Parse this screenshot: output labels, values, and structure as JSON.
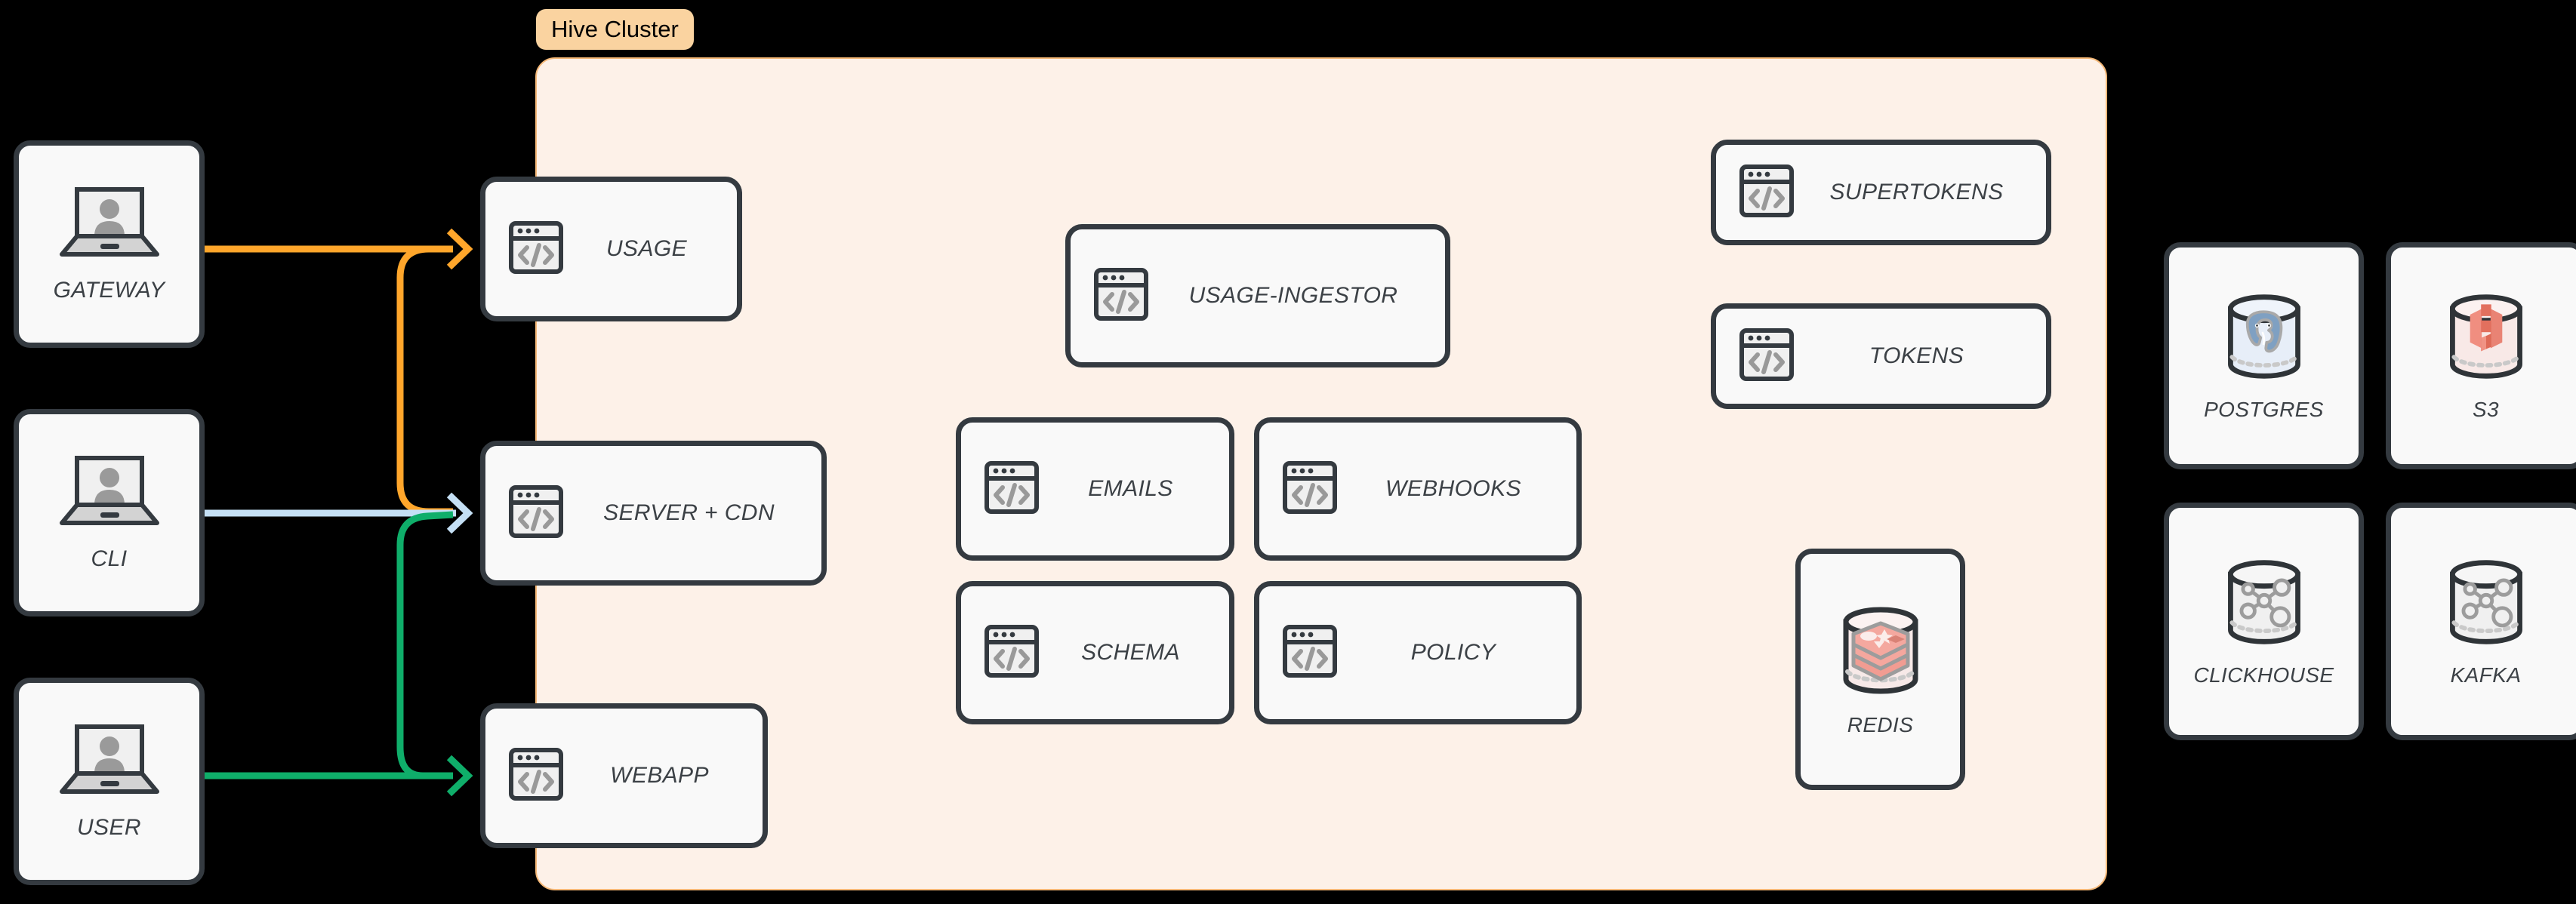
{
  "cluster": {
    "label": "Hive Cluster",
    "label_bg": "#FAD3A0",
    "panel_bg": "#FDF1E8",
    "panel_border": "#F5B877"
  },
  "clients": [
    {
      "id": "gateway",
      "label": "GATEWAY",
      "icon": "laptop-user-icon"
    },
    {
      "id": "cli",
      "label": "CLI",
      "icon": "laptop-user-icon"
    },
    {
      "id": "user",
      "label": "USER",
      "icon": "laptop-user-icon"
    }
  ],
  "edge_services": [
    {
      "id": "usage",
      "label": "USAGE",
      "icon": "code-window-icon"
    },
    {
      "id": "server-cdn",
      "label": "SERVER + CDN",
      "icon": "code-window-icon"
    },
    {
      "id": "webapp",
      "label": "WEBAPP",
      "icon": "code-window-icon"
    }
  ],
  "cluster_services": [
    {
      "id": "usage-ingestor",
      "label": "USAGE-INGESTOR",
      "icon": "code-window-icon"
    },
    {
      "id": "emails",
      "label": "EMAILS",
      "icon": "code-window-icon"
    },
    {
      "id": "webhooks",
      "label": "WEBHOOKS",
      "icon": "code-window-icon"
    },
    {
      "id": "schema",
      "label": "SCHEMA",
      "icon": "code-window-icon"
    },
    {
      "id": "policy",
      "label": "POLICY",
      "icon": "code-window-icon"
    },
    {
      "id": "supertokens",
      "label": "SUPERTOKENS",
      "icon": "code-window-icon"
    },
    {
      "id": "tokens",
      "label": "TOKENS",
      "icon": "code-window-icon"
    }
  ],
  "cluster_datastores": [
    {
      "id": "redis",
      "label": "REDIS",
      "icon": "redis-database-icon"
    }
  ],
  "external_datastores": [
    {
      "id": "postgres",
      "label": "POSTGRES",
      "icon": "postgres-database-icon"
    },
    {
      "id": "s3",
      "label": "S3",
      "icon": "s3-database-icon"
    },
    {
      "id": "clickhouse",
      "label": "CLICKHOUSE",
      "icon": "clickhouse-database-icon"
    },
    {
      "id": "kafka",
      "label": "KAFKA",
      "icon": "kafka-database-icon"
    }
  ],
  "connections": [
    {
      "id": "gateway-usage",
      "from": "GATEWAY",
      "to": "USAGE",
      "color": "#FFA62B"
    },
    {
      "id": "gateway-server-cdn",
      "from": "GATEWAY",
      "to": "SERVER + CDN",
      "color": "#FFA62B"
    },
    {
      "id": "cli-server-cdn",
      "from": "CLI",
      "to": "SERVER + CDN",
      "color": "#C5E0F5"
    },
    {
      "id": "user-server-cdn",
      "from": "USER",
      "to": "SERVER + CDN",
      "color": "#0FAE6A"
    },
    {
      "id": "user-webapp",
      "from": "USER",
      "to": "WEBAPP",
      "color": "#0FAE6A"
    }
  ]
}
